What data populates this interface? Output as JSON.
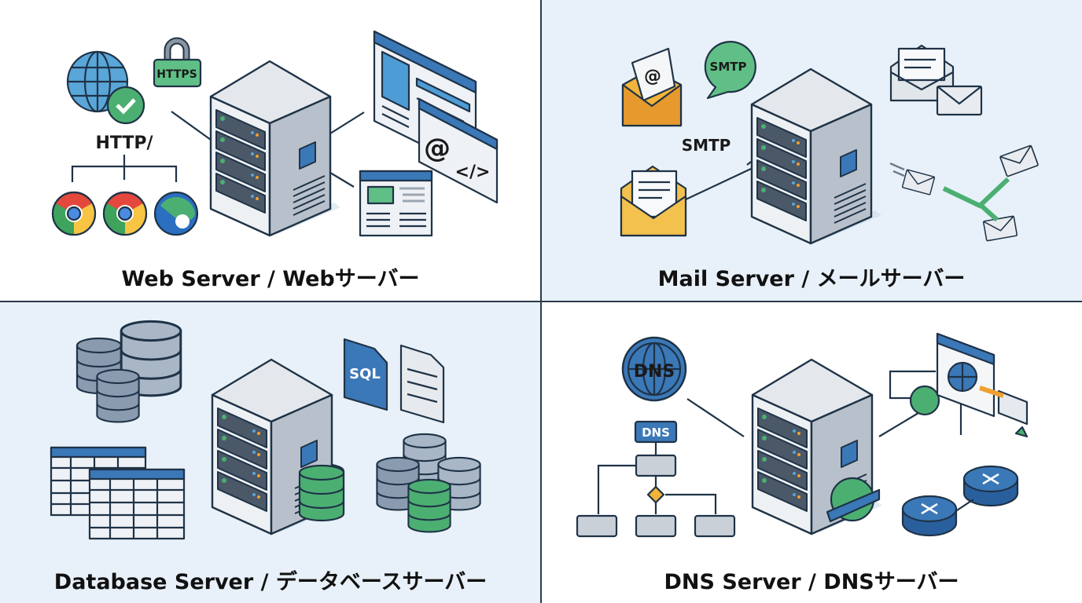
{
  "panels": [
    {
      "title": "Web Server / Webサーバー",
      "background": "#ffffff",
      "labels": {
        "lock": "HTTPS",
        "protocol": "HTTP/",
        "at": "@",
        "code": "</>"
      }
    },
    {
      "title": "Mail Server / メールサーバー",
      "background": "#e8f1f9",
      "labels": {
        "bubble": "SMTP",
        "protocol": "SMTP",
        "at": "@"
      }
    },
    {
      "title": "Database Server / データベースサーバー",
      "background": "#e8f1f9",
      "labels": {
        "file": "SQL"
      }
    },
    {
      "title": "DNS Server / DNSサーバー",
      "background": "#ffffff",
      "labels": {
        "globe": "DNS",
        "box": "DNS"
      }
    }
  ],
  "colors": {
    "outline": "#1f3347",
    "blue": "#3b78b8",
    "light_blue": "#5aa6d8",
    "green": "#4caf72",
    "orange": "#f0a030",
    "gray": "#c9d0d8",
    "divider": "#2b3a4a"
  }
}
